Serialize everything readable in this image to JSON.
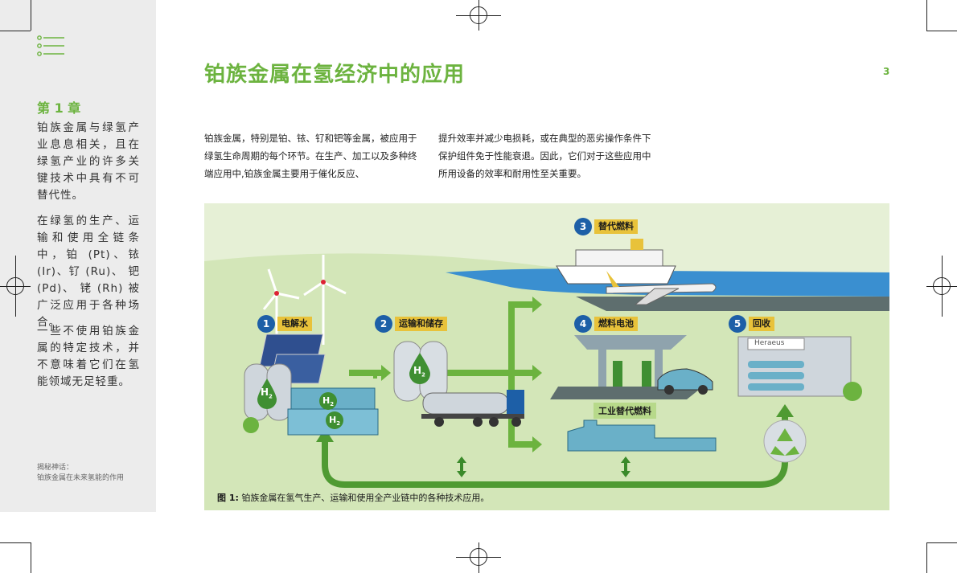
{
  "page": {
    "title": "铂族金属在氢经济中的应用",
    "page_number": "3"
  },
  "sidebar": {
    "chapter": "第 1 章",
    "paragraphs": [
      "铂族金属与绿氢产业息息相关，且在绿氢产业的许多关键技术中具有不可替代性。",
      "在绿氢的生产、运输和使用全链条中，铂 (Pt)、铱 (Ir)、钌 (Ru)、 钯 (Pd)、 铑 (Rh) 被广泛应用于各种场合。",
      "一些不使用铂族金属的特定技术，并不意味着它们在氢能领域无足轻重。"
    ],
    "footer_line1": "揭秘神话：",
    "footer_line2": "铂族金属在未来氢能的作用"
  },
  "body": {
    "col1": "铂族金属，特别是铂、铱、钌和钯等金属，被应用于绿氢生命周期的每个环节。在生产、加工以及多种终端应用中,铂族金属主要用于催化反应、",
    "col2": "提升效率并减少电损耗，或在典型的恶劣操作条件下保护组件免于性能衰退。因此，它们对于这些应用中所用设备的效率和耐用性至关重要。"
  },
  "figure": {
    "labels": [
      {
        "num": "1",
        "text": "电解水"
      },
      {
        "num": "2",
        "text": "运输和储存"
      },
      {
        "num": "3",
        "text": "替代燃料"
      },
      {
        "num": "4",
        "text": "燃料电池"
      },
      {
        "num": "5",
        "text": "回收"
      }
    ],
    "industrial_label": "工业替代燃料",
    "h2": "H",
    "h2_sub": "2",
    "brand": "Heraeus",
    "caption_bold": "图 1:",
    "caption_text": "铂族金属在氢气生产、运输和使用全产业链中的各种技术应用。"
  },
  "colors": {
    "accent_green": "#6cb33f",
    "badge_blue": "#1d5fa7",
    "tag_yellow": "#e8c23a",
    "figure_bg": "#e6f0d6",
    "water_blue": "#3a8fd0"
  }
}
